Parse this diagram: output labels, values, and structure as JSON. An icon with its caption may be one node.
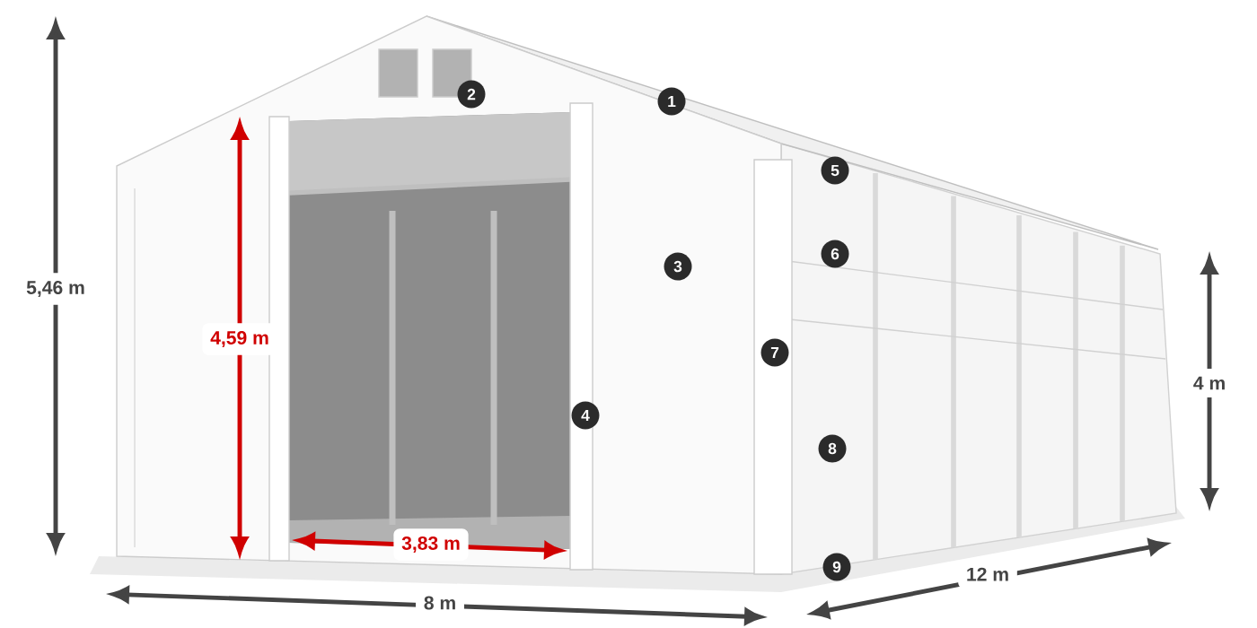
{
  "diagram": {
    "labels": [
      "5,46 m",
      "2",
      "1",
      "5",
      "6",
      "3",
      "4,59 m",
      "7",
      "4 m",
      "4",
      "8",
      "3,83 m",
      "9",
      "12 m",
      "8 m"
    ]
  }
}
